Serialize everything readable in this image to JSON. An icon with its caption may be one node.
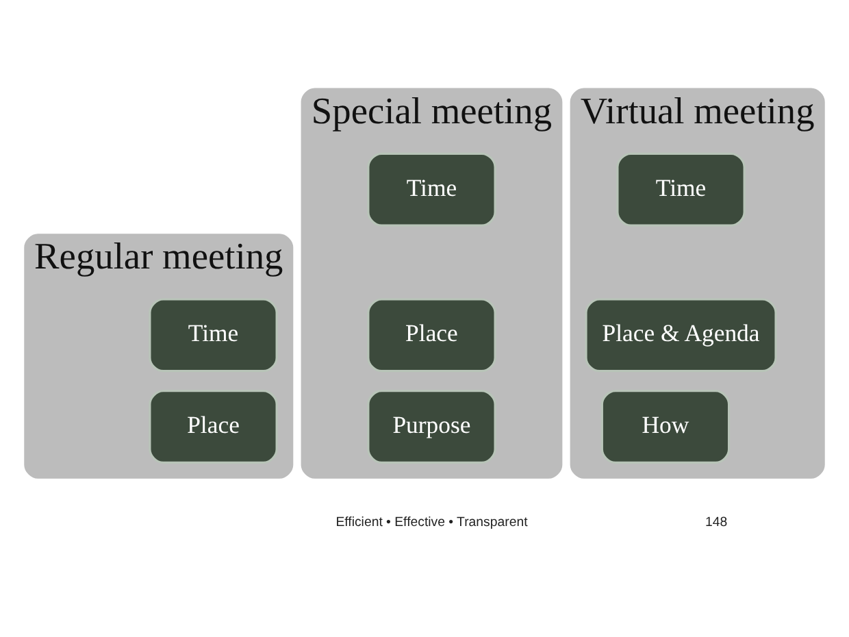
{
  "diagram": {
    "nodes": [
      {
        "text": [
          "Regular meeting"
        ]
      },
      {
        "text": [
          "Time"
        ],
        "in": 0
      },
      {
        "text": [
          "Place"
        ],
        "in": 0
      },
      {
        "text": [
          "Special meeting"
        ]
      },
      {
        "text": [
          "Time"
        ],
        "in": 3
      },
      {
        "text": [
          "Place"
        ],
        "in": 3
      },
      {
        "text": [
          "Purpose"
        ],
        "in": 3
      },
      {
        "text": [
          "Virtual meeting"
        ]
      },
      {
        "text": [
          "Time"
        ],
        "in": 7
      },
      {
        "text": [
          "Place & Agenda"
        ],
        "in": 7
      },
      {
        "text": [
          "How"
        ],
        "in": 7
      }
    ],
    "edges": [],
    "labels": [
      "Efficient • Effective • Transparent",
      "148"
    ]
  }
}
